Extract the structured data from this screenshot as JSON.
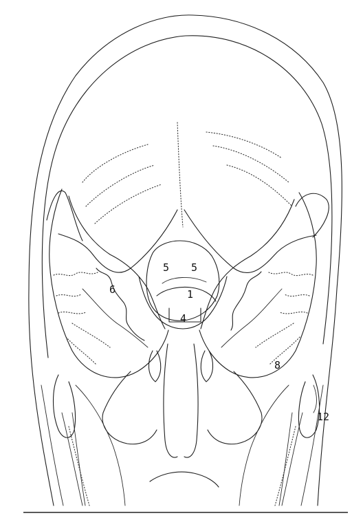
{
  "diagram": {
    "labels": [
      {
        "id": "label-5-left",
        "text": "5"
      },
      {
        "id": "label-5-right",
        "text": "5"
      },
      {
        "id": "label-1",
        "text": "1"
      },
      {
        "id": "label-4",
        "text": "4"
      },
      {
        "id": "label-6",
        "text": "6"
      },
      {
        "id": "label-8",
        "text": "8"
      },
      {
        "id": "label-12",
        "text": "12"
      }
    ],
    "line_color": "#1e1e1e",
    "background": "#ffffff"
  }
}
